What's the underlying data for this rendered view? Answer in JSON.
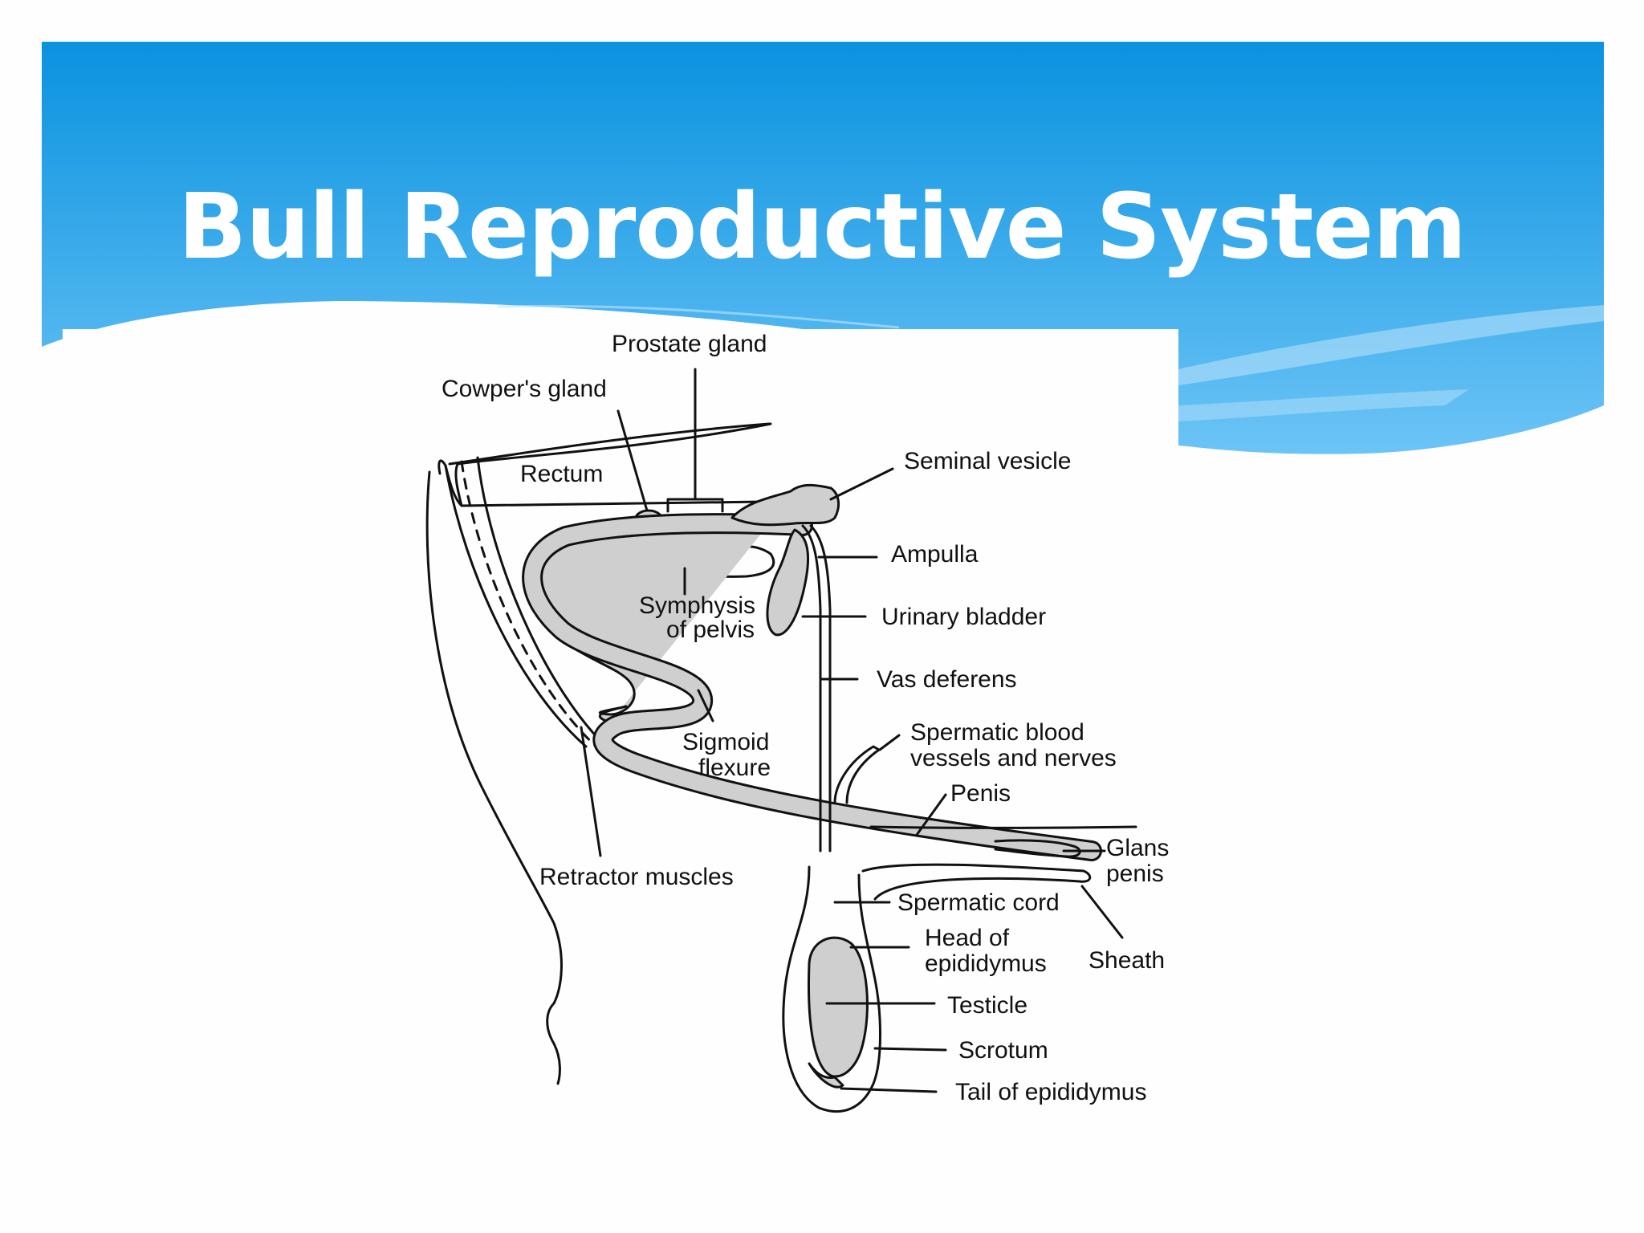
{
  "slide": {
    "title": "Bull Reproductive System"
  },
  "colors": {
    "banner_top": "#0a92df",
    "banner_bottom": "#6cc4f6",
    "wave_light": "#bfe4fb",
    "organ_fill": "#cfcfcf",
    "line": "#111111"
  },
  "diagram": {
    "labels": {
      "prostate_gland": "Prostate gland",
      "cowpers_gland": "Cowper's gland",
      "rectum": "Rectum",
      "seminal_vesicle": "Seminal vesicle",
      "ampulla": "Ampulla",
      "symphysis_line1": "Symphysis",
      "symphysis_line2": "of pelvis",
      "urinary_bladder": "Urinary bladder",
      "vas_deferens": "Vas deferens",
      "spermatic_vessels_line1": "Spermatic blood",
      "spermatic_vessels_line2": "vessels and nerves",
      "sigmoid_line1": "Sigmoid",
      "sigmoid_line2": "flexure",
      "penis": "Penis",
      "glans_line1": "Glans",
      "glans_line2": "penis",
      "retractor_muscles": "Retractor muscles",
      "spermatic_cord": "Spermatic cord",
      "head_epididymus_line1": "Head of",
      "head_epididymus_line2": "epididymus",
      "sheath": "Sheath",
      "testicle": "Testicle",
      "scrotum": "Scrotum",
      "tail_epididymus": "Tail of epididymus"
    }
  }
}
